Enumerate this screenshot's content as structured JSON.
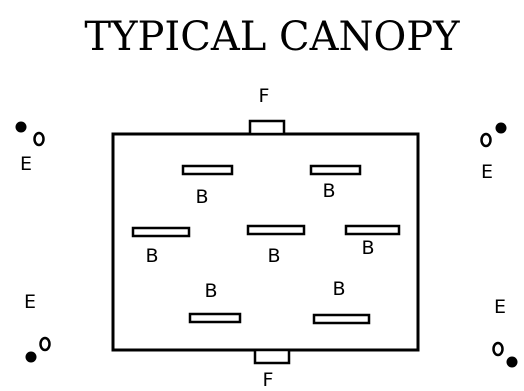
{
  "title": "TYPICAL CANOPY",
  "labels": {
    "fixture_top": "F",
    "fixture_bottom": "F",
    "b1": "B",
    "b2": "B",
    "b3": "B",
    "b4": "B",
    "b5": "B",
    "b6": "B",
    "b7": "B",
    "e_top_left": "E",
    "e_top_right": "E",
    "e_bottom_left": "E",
    "e_bottom_right": "E"
  }
}
